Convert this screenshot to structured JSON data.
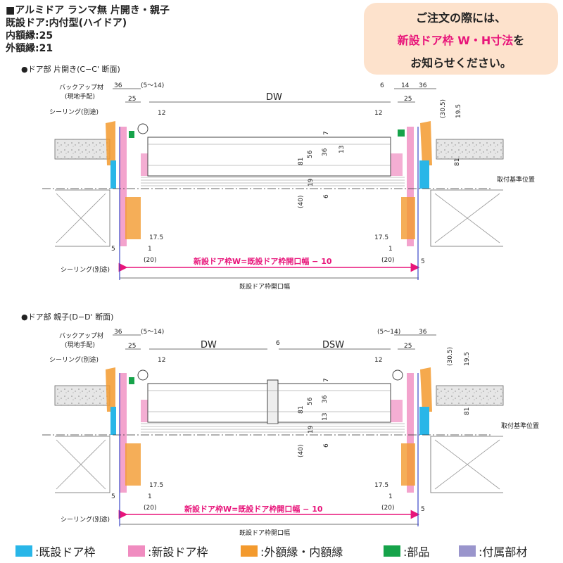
{
  "header": {
    "line1": "■アルミドア ランマ無 片開き・親子",
    "line2": "既設ドア:内付型(ハイドア)",
    "line3": "内額縁:25",
    "line4": "外額縁:21"
  },
  "notice": {
    "line1": "ご注文の際には、",
    "line2_highlight": "新設ドア枠 W・H寸法",
    "line2_suffix": "を",
    "line3": "お知らせください。"
  },
  "section1": {
    "title": "●ドア部 片開き(C−C' 断面)",
    "label_backup": "バックアップ材",
    "label_backup_sub": "(現地手配)",
    "label_sealing_top": "シーリング(別途)",
    "label_sealing_bottom": "シーリング(別途)",
    "label_ref": "取付基準位置",
    "formula": "新設ドア枠W=既設ドア枠開口幅 − 10",
    "existing_width": "既設ドア枠開口幅",
    "dims": {
      "d36_left": "36",
      "d5_14": "(5〜14)",
      "d25_left": "25",
      "d12_left": "12",
      "dw": "DW",
      "d6": "6",
      "d14": "14",
      "d36_right": "36",
      "d25_right": "25",
      "d12_right": "12",
      "d30_5": "(30.5)",
      "d19_5": "19.5",
      "d7": "7",
      "d56": "56",
      "d36_mid": "36",
      "d13": "13",
      "d81_mid": "81",
      "d19": "19",
      "d6_mid": "6",
      "d81_right": "81",
      "d40": "(40)",
      "d17_5_left": "17.5",
      "d17_5_right": "17.5",
      "d5_left": "5",
      "d5_right": "5",
      "d1_left": "1",
      "d1_right": "1",
      "d20_left": "(20)",
      "d20_right": "(20)"
    }
  },
  "section2": {
    "title": "●ドア部 親子(D−D' 断面)",
    "label_backup": "バックアップ材",
    "label_backup_sub": "(現地手配)",
    "label_sealing_top": "シーリング(別途)",
    "label_sealing_bottom": "シーリング(別途)",
    "label_ref": "取付基準位置",
    "formula": "新設ドア枠W=既設ドア枠開口幅 − 10",
    "existing_width": "既設ドア枠開口幅",
    "dims": {
      "d36_left": "36",
      "d5_14_left": "(5〜14)",
      "d25_left": "25",
      "d12_left": "12",
      "dw": "DW",
      "d6": "6",
      "dsw": "DSW",
      "d5_14_right": "(5〜14)",
      "d36_right": "36",
      "d25_right": "25",
      "d12_right": "12",
      "d30_5": "(30.5)",
      "d19_5": "19.5",
      "d7": "7",
      "d56": "56",
      "d36_mid": "36",
      "d13": "13",
      "d81_mid": "81",
      "d19": "19",
      "d6_mid": "6",
      "d81_right": "81",
      "d40": "(40)",
      "d17_5_left": "17.5",
      "d17_5_right": "17.5",
      "d5_left": "5",
      "d5_right": "5",
      "d1_left": "1",
      "d1_right": "1",
      "d20_left": "(20)",
      "d20_right": "(20)"
    }
  },
  "legend": [
    {
      "label": ":既設ドア枠",
      "color": "#29b6e8"
    },
    {
      "label": ":新設ドア枠",
      "color": "#f08cc0"
    },
    {
      "label": ":外額縁・内額縁",
      "color": "#f39a2e"
    },
    {
      "label": ":部品",
      "color": "#16a34a"
    },
    {
      "label": ":付属部材",
      "color": "#9a95cc"
    }
  ],
  "colors": {
    "existing_frame": "#29b6e8",
    "new_frame": "#f08cc0",
    "casing": "#f39a2e",
    "part": "#16a34a",
    "accessory": "#9a95cc",
    "formula": "#e8147a",
    "arrow_blue": "#3b46c8"
  }
}
